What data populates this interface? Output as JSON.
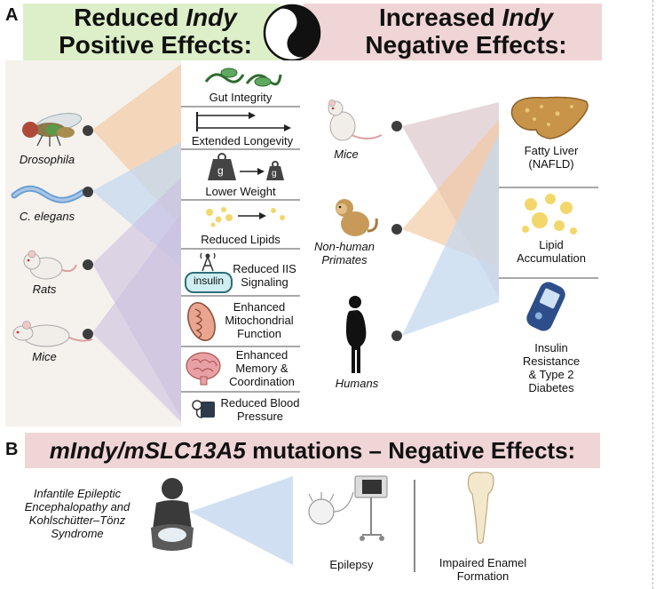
{
  "panel_a": {
    "label": "A",
    "left_header": {
      "line1_a": "Reduced ",
      "line1_b": "Indy",
      "line2": "Positive Effects:"
    },
    "right_header": {
      "line1_a": "Increased ",
      "line1_b": "Indy",
      "line2": "Negative Effects:"
    },
    "left_species": [
      "Drosophila",
      "C. elegans",
      "Rats",
      "Mice"
    ],
    "positive_effects": [
      "Gut Integrity",
      "Extended Longevity",
      "Lower Weight",
      "Reduced Lipids",
      "Reduced IIS\nSignaling",
      "Enhanced\nMitochondrial\nFunction",
      "Enhanced\nMemory &\nCoordination",
      "Reduced Blood\nPressure"
    ],
    "insulin_label": "insulin",
    "weight_label": "g",
    "right_species": [
      "Mice",
      "Non-human\nPrimates",
      "Humans"
    ],
    "negative_effects": [
      "Fatty Liver\n(NAFLD)",
      "Lipid\nAccumulation",
      "Insulin\nResistance\n& Type 2\nDiabetes"
    ],
    "colors": {
      "orange": "#f2c79f",
      "blue": "#c4d8ef",
      "purple": "#cbbfe0",
      "green_header": "#dcefc8",
      "pink_header": "#f0d5d6"
    }
  },
  "panel_b": {
    "label": "B",
    "title_italic": "mIndy/mSLC13A5",
    "title_rest": " mutations – Negative Effects:",
    "condition": "Infantile Epileptic\nEncephalopathy and\nKohlschütter–Tönz\nSyndrome",
    "effects": [
      "Epilepsy",
      "Impaired Enamel\nFormation"
    ]
  }
}
